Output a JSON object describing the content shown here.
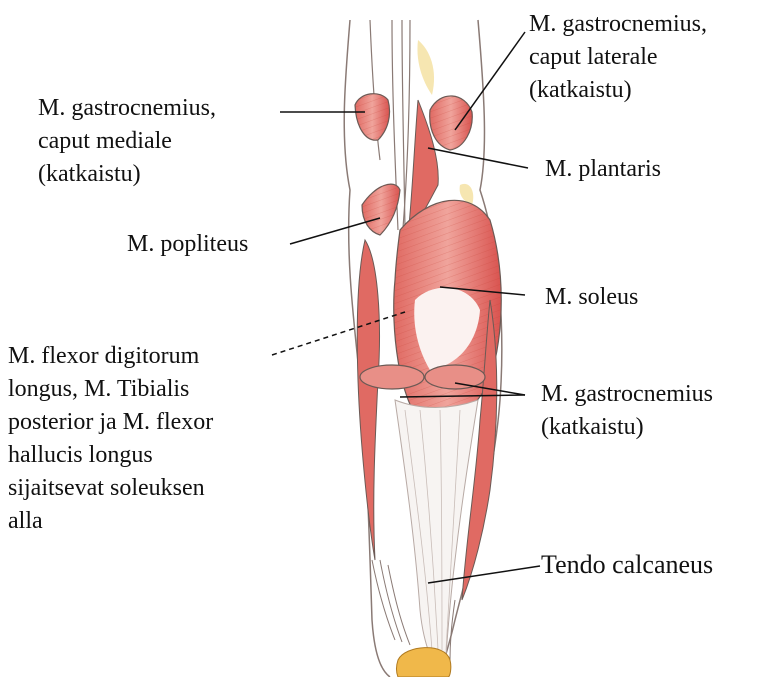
{
  "labels": {
    "gastrocnemius_lateral": {
      "lines": [
        "M. gastrocnemius,",
        "caput laterale",
        "(katkaistu)"
      ]
    },
    "gastrocnemius_medial": {
      "lines": [
        "M. gastrocnemius,",
        "caput mediale",
        "(katkaistu)"
      ]
    },
    "plantaris": {
      "lines": [
        "M. plantaris"
      ]
    },
    "popliteus": {
      "lines": [
        "M. popliteus"
      ]
    },
    "soleus": {
      "lines": [
        "M. soleus"
      ]
    },
    "deep_flexors": {
      "lines": [
        "M. flexor digitorum",
        "longus, M. Tibialis",
        "posterior ja M. flexor",
        "hallucis longus",
        "sijaitsevat soleuksen",
        "alla"
      ]
    },
    "gastrocnemius_cut": {
      "lines": [
        "M. gastrocnemius",
        "(katkaistu)"
      ]
    },
    "tendo_calcaneus": {
      "lines": [
        "Tendo calcaneus"
      ]
    }
  },
  "colors": {
    "muscle_red": "#d9534f",
    "muscle_light": "#f2b8b2",
    "tendon_white": "#f7f4f2",
    "outline": "#6b5a55",
    "bone_yellow": "#f0b84a",
    "pale_yellow": "#f5e3a8",
    "leader_line": "#111111"
  }
}
